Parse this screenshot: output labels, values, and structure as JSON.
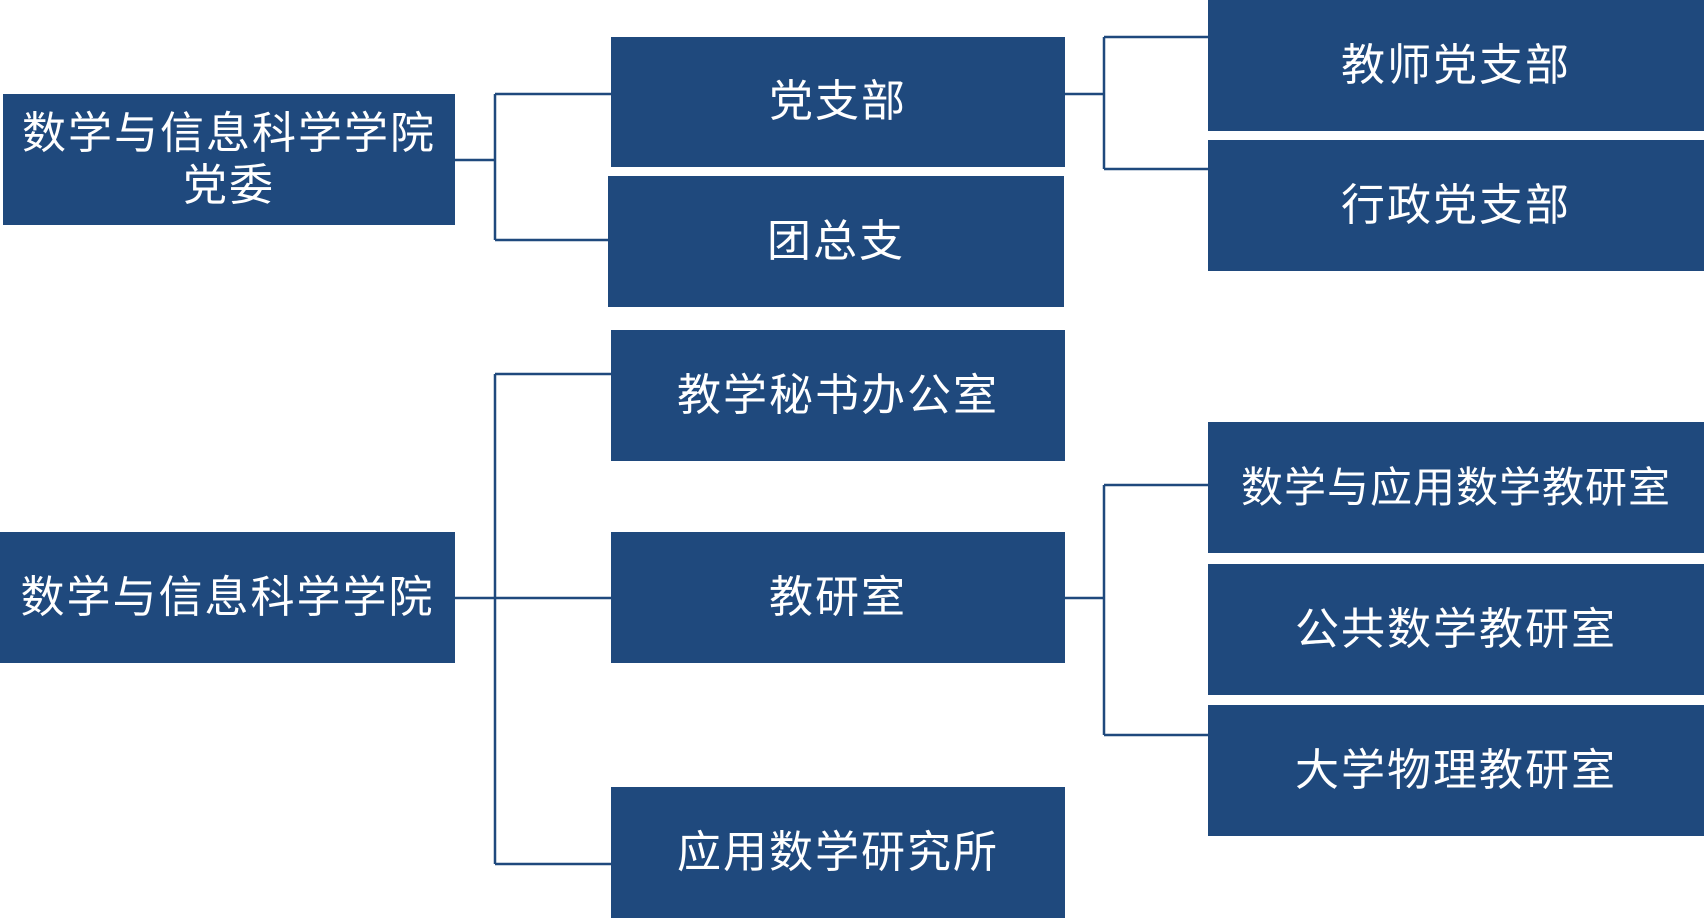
{
  "colors": {
    "box_fill": "#1f497d",
    "box_text": "#ffffff",
    "connector": "#1f497d"
  },
  "party": {
    "root": {
      "line1": "数学与信息科学学院",
      "line2": "党委"
    },
    "branch": "党支部",
    "youth_league": "团总支",
    "teacher_branch": "教师党支部",
    "admin_branch": "行政党支部"
  },
  "college": {
    "root": "数学与信息科学学院",
    "office": "教学秘书办公室",
    "research_rooms": "教研室",
    "institute": "应用数学研究所",
    "math_room": "数学与应用数学教研室",
    "public_math_room": "公共数学教研室",
    "physics_room": "大学物理教研室"
  }
}
